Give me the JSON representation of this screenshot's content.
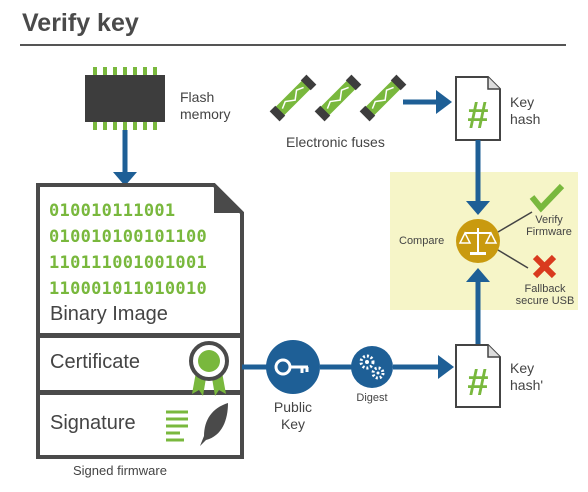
{
  "title": "Verify key",
  "flash_memory": "Flash\nmemory",
  "electronic_fuses": "Electronic fuses",
  "key_hash": "Key\nhash",
  "key_hash_prime": "Key\nhash'",
  "compare": "Compare",
  "verify_firmware": "Verify\nFirmware",
  "fallback": "Fallback\nsecure USB",
  "binary_lines": [
    "010010111001",
    "010010100101100",
    "110111001001001",
    "110001011010010"
  ],
  "binary_image": "Binary Image",
  "certificate": "Certificate",
  "signature": "Signature",
  "signed_firmware": "Signed firmware",
  "public_key": "Public\nKey",
  "digest": "Digest",
  "hash_symbol": "#",
  "colors": {
    "green": "#79b83d",
    "blue": "#1e5f96",
    "dark_gray": "#4a4a4a",
    "gold": "#c99a0f",
    "highlight": "#f6f5c8",
    "red": "#d93a1e"
  },
  "icons": [
    "chip-icon",
    "fuse-icon",
    "document-hash-icon",
    "scales-icon",
    "checkmark-icon",
    "cross-icon",
    "seal-icon",
    "feather-pen-icon",
    "key-icon",
    "gears-icon"
  ]
}
